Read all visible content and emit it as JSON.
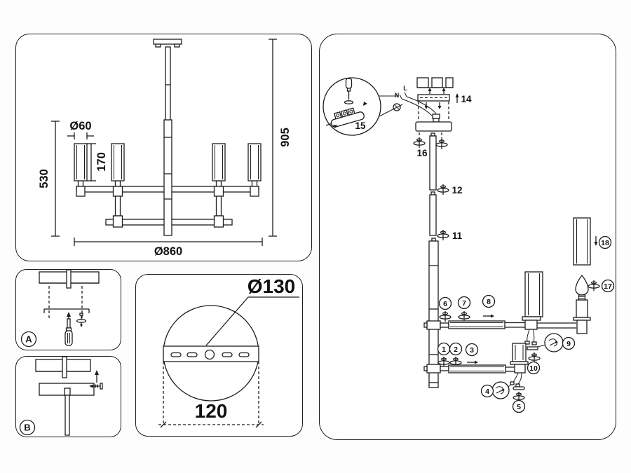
{
  "front_view": {
    "dims": {
      "total_height": "905",
      "body_height": "530",
      "shade_diameter": "Ø60",
      "shade_height": "170",
      "span_diameter": "Ø860"
    }
  },
  "detail_panels": {
    "a_label": "A",
    "b_label": "B"
  },
  "mount_plate": {
    "dims": {
      "plate_diameter": "Ø130",
      "hole_spacing": "120"
    }
  },
  "assembly": {
    "wire_labels": {
      "neutral": "N",
      "live": "L"
    },
    "parts": {
      "p1": "1",
      "p2": "2",
      "p3": "3",
      "p4": "4",
      "p5": "5",
      "p6": "6",
      "p7": "7",
      "p8": "8",
      "p9": "9",
      "p10": "10",
      "p11": "11",
      "p12": "12",
      "p14": "14",
      "p15": "15",
      "p16": "16",
      "p17": "17",
      "p18": "18"
    }
  }
}
